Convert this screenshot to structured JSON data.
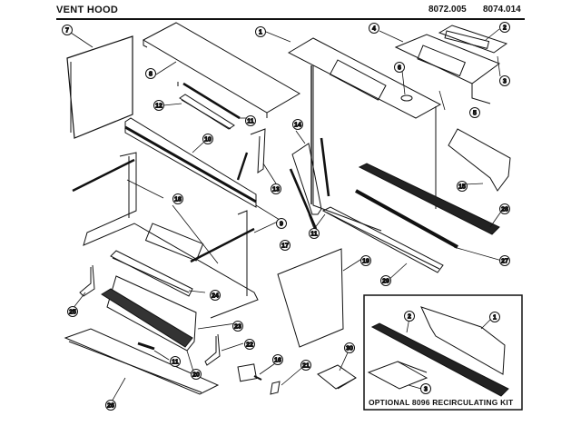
{
  "header": {
    "title": "VENT HOOD",
    "model_numbers": [
      "8072.005",
      "8074.014"
    ]
  },
  "diagram": {
    "callouts": [
      {
        "id": "c-7",
        "label": "7",
        "part": "side-panel-left"
      },
      {
        "id": "c-8",
        "label": "8",
        "part": "top-cover"
      },
      {
        "id": "c-1",
        "label": "1",
        "part": "hood-body"
      },
      {
        "id": "c-4",
        "label": "4",
        "part": "duct-adapter-plate"
      },
      {
        "id": "c-2",
        "label": "2",
        "part": "damper"
      },
      {
        "id": "c-3",
        "label": "3",
        "part": "damper-frame"
      },
      {
        "id": "c-6",
        "label": "6",
        "part": "grommet"
      },
      {
        "id": "c-5",
        "label": "5",
        "part": "screw"
      },
      {
        "id": "c-12",
        "label": "12",
        "part": "rail-channel"
      },
      {
        "id": "c-11a",
        "label": "11",
        "part": "strip"
      },
      {
        "id": "c-14",
        "label": "14",
        "part": "side-bracket"
      },
      {
        "id": "c-13",
        "label": "13",
        "part": "bracket"
      },
      {
        "id": "c-10",
        "label": "10",
        "part": "front-grille"
      },
      {
        "id": "c-9",
        "label": "9",
        "part": "end-cap"
      },
      {
        "id": "c-18",
        "label": "18",
        "part": "rods"
      },
      {
        "id": "c-11b",
        "label": "11",
        "part": "strips"
      },
      {
        "id": "c-15",
        "label": "15",
        "part": "deflector"
      },
      {
        "id": "c-28a",
        "label": "28",
        "part": "filter"
      },
      {
        "id": "c-27",
        "label": "27",
        "part": "light-tube"
      },
      {
        "id": "c-17",
        "label": "17",
        "part": "frame"
      },
      {
        "id": "c-19",
        "label": "19",
        "part": "side-panel-right"
      },
      {
        "id": "c-29",
        "label": "29",
        "part": "filter-channel"
      },
      {
        "id": "c-24",
        "label": "24",
        "part": "trim-strip"
      },
      {
        "id": "c-25",
        "label": "25",
        "part": "mounting-bracket-left"
      },
      {
        "id": "c-23",
        "label": "23",
        "part": "fan-housing"
      },
      {
        "id": "c-22",
        "label": "22",
        "part": "mounting-bracket-right"
      },
      {
        "id": "c-11c",
        "label": "11",
        "part": "switch-strip"
      },
      {
        "id": "c-20",
        "label": "20",
        "part": "blower-wheel"
      },
      {
        "id": "c-26",
        "label": "26",
        "part": "bottom-panel"
      },
      {
        "id": "c-16",
        "label": "16",
        "part": "motor"
      },
      {
        "id": "c-21",
        "label": "21",
        "part": "clip"
      },
      {
        "id": "c-30",
        "label": "30",
        "part": "parts-bag"
      }
    ],
    "kit": {
      "caption": "OPTIONAL 8096 RECIRCULATING KIT",
      "callouts": [
        {
          "id": "k-1",
          "label": "1"
        },
        {
          "id": "k-2",
          "label": "2"
        },
        {
          "id": "k-3",
          "label": "3"
        }
      ]
    }
  }
}
